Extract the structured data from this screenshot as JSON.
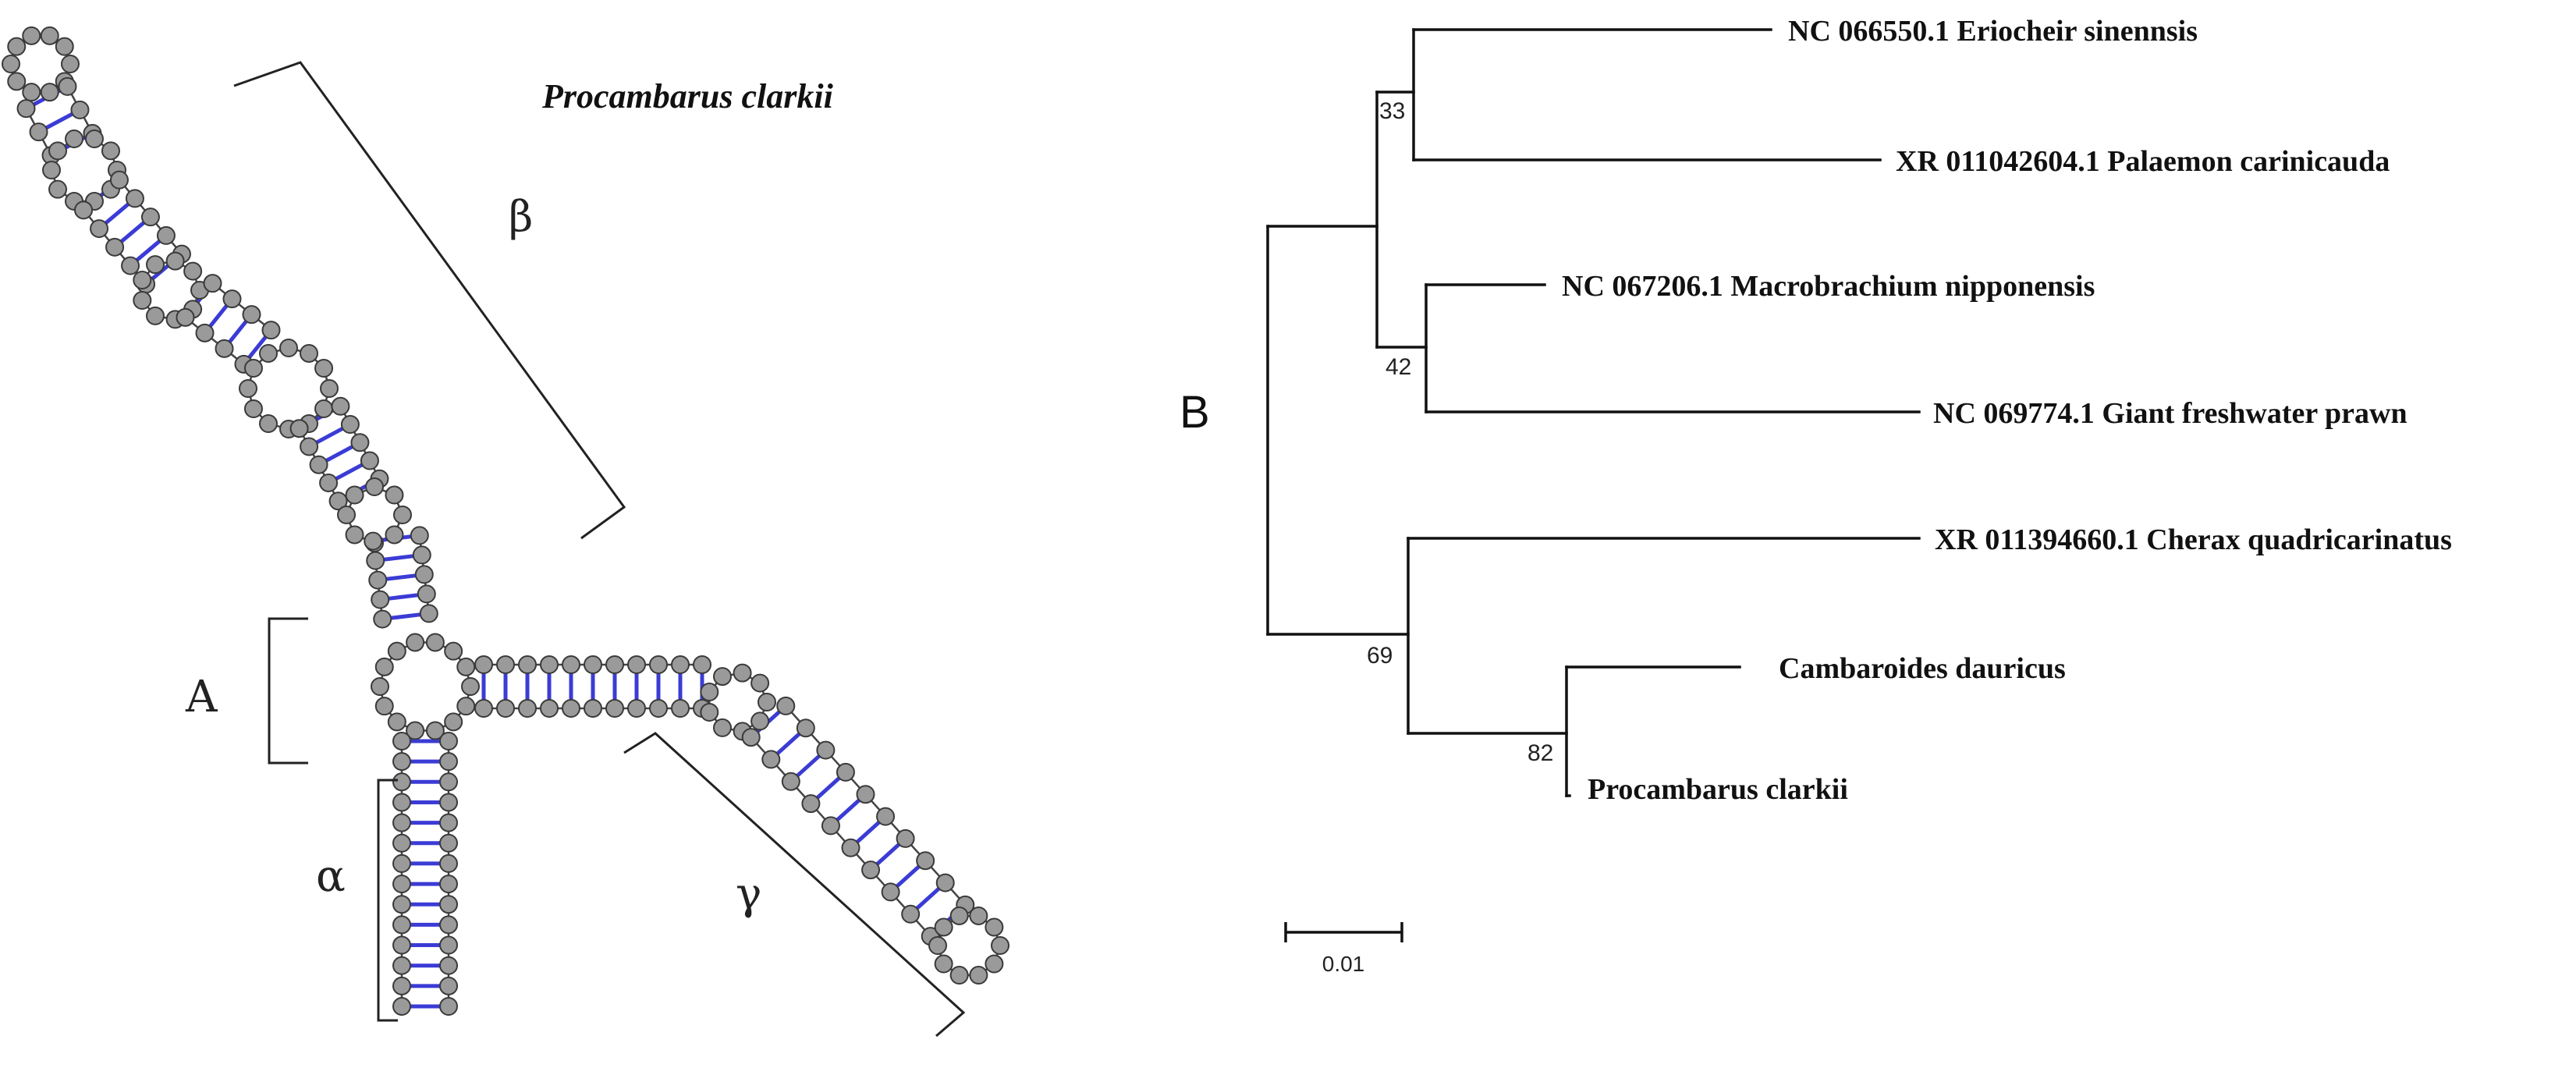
{
  "panel_a": {
    "title": "Procambarus clarkii",
    "region_labels": {
      "beta": "β",
      "A": "A",
      "alpha": "α",
      "gamma": "γ"
    },
    "colors": {
      "nucleotide": "#9a9a9a",
      "nucleotide_edge": "#3a3a3a",
      "base_pair": "#3b3bd6",
      "backbone": "#444444"
    }
  },
  "panel_b": {
    "label": "B",
    "taxa": [
      "NC 066550.1 Eriocheir sinennsis",
      "XR 011042604.1 Palaemon carinicauda",
      "NC 067206.1 Macrobrachium nipponensis",
      "NC 069774.1 Giant freshwater prawn",
      "XR 011394660.1 Cherax quadricarinatus",
      "Cambaroides dauricus",
      "Procambarus clarkii"
    ],
    "bootstrap": {
      "eriocheir_palaemon": "33",
      "macrobrachium": "42",
      "cherax_crayfish": "69",
      "cambaroides_procambarus": "82"
    },
    "scale_bar": {
      "label": "0.01",
      "value": 0.01
    },
    "colors": {
      "branch": "#111111",
      "text": "#111111"
    }
  }
}
